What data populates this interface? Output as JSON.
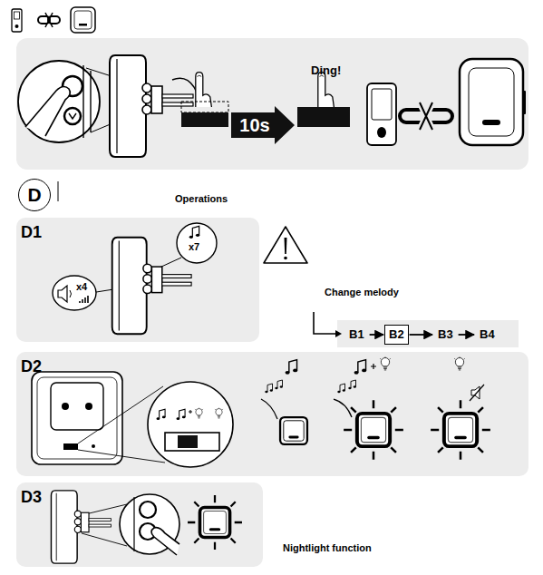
{
  "diagram": {
    "title": "Operations",
    "nodes": [
      {
        "text": [
          "10s"
        ]
      },
      {
        "text": [
          "D"
        ]
      },
      {
        "text": [
          "D1"
        ]
      },
      {
        "text": [
          "B1"
        ]
      },
      {
        "text": [
          "B2"
        ]
      },
      {
        "text": [
          "B3"
        ]
      },
      {
        "text": [
          "B4"
        ]
      },
      {
        "text": [
          "D2"
        ]
      },
      {
        "text": [
          "D3"
        ]
      }
    ],
    "edges": [
      {
        "from": 3,
        "to": 4,
        "arrow": "to"
      },
      {
        "from": 4,
        "to": 5,
        "arrow": "to"
      },
      {
        "from": 5,
        "to": 6,
        "arrow": "to"
      }
    ],
    "labels": [
      "Ding!",
      "x7",
      "x4",
      "Change melody",
      "Nightlight function"
    ]
  }
}
